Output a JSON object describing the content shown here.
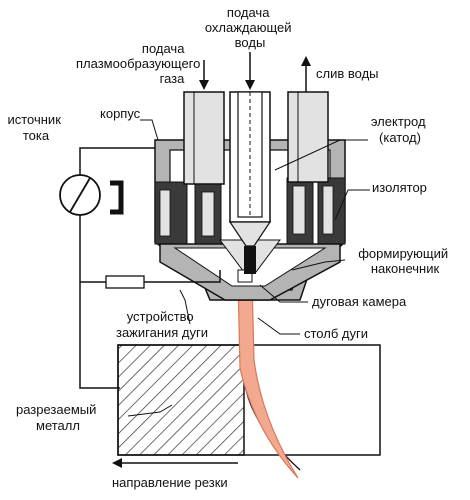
{
  "diagram": {
    "labels": {
      "coolant_supply": [
        "подача",
        "охлаждающей",
        "воды"
      ],
      "gas_supply": [
        "подача",
        "плазмообразующего",
        "газа"
      ],
      "water_drain": [
        "слив воды"
      ],
      "power_source": [
        "источник",
        "тока"
      ],
      "housing": [
        "корпус"
      ],
      "electrode": [
        "электрод",
        "(катод)"
      ],
      "insulator": [
        "изолятор"
      ],
      "forming_nozzle": [
        "формирующий",
        "наконечник"
      ],
      "arc_chamber": [
        "дуговая камера"
      ],
      "ignition_device": [
        "устройство",
        "зажигания дуги"
      ],
      "arc_column": [
        "столб дуги"
      ],
      "workpiece": [
        "разрезаемый",
        "металл"
      ],
      "cut_direction": [
        "направление резки"
      ]
    },
    "colors": {
      "line": "#111111",
      "housing_gray": "#b4b4b4",
      "insulator_dark": "#3a3a3a",
      "light_gray": "#e2e2e2",
      "arc_fill": "#f2a98f",
      "arc_stroke": "#d9785b"
    }
  }
}
